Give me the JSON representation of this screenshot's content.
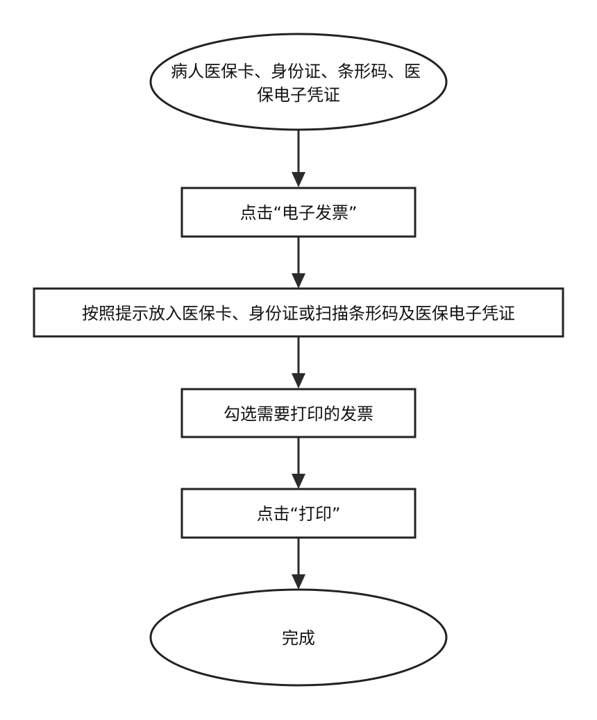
{
  "flowchart": {
    "nodes": [
      {
        "id": "start",
        "shape": "ellipse",
        "lines": [
          "病人医保卡、身份证、条形码、医",
          "保电子凭证"
        ]
      },
      {
        "id": "step1",
        "shape": "rect",
        "lines": [
          "点击“电子发票”"
        ]
      },
      {
        "id": "step2",
        "shape": "rect",
        "lines": [
          "按照提示放入医保卡、身份证或扫描条形码及医保电子凭证"
        ]
      },
      {
        "id": "step3",
        "shape": "rect",
        "lines": [
          "勾选需要打印的发票"
        ]
      },
      {
        "id": "step4",
        "shape": "rect",
        "lines": [
          "点击“打印”"
        ]
      },
      {
        "id": "end",
        "shape": "ellipse",
        "lines": [
          "完成"
        ]
      }
    ],
    "edges": [
      {
        "from": "start",
        "to": "step1"
      },
      {
        "from": "step1",
        "to": "step2"
      },
      {
        "from": "step2",
        "to": "step3"
      },
      {
        "from": "step3",
        "to": "step4"
      },
      {
        "from": "step4",
        "to": "end"
      }
    ],
    "colors": {
      "stroke": "#222222",
      "fill": "#ffffff",
      "text": "#111111"
    }
  }
}
